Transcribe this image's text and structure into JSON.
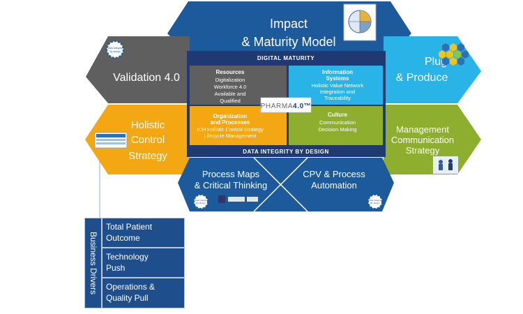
{
  "colors": {
    "dark_blue": "#1d5a9c",
    "light_blue": "#29b3e6",
    "gray": "#5f5f5f",
    "orange": "#f3a712",
    "green": "#8dae2e",
    "navy": "#1f3a73",
    "driver_blue": "#1f4e8c"
  },
  "hexagons": {
    "impact": [
      "Impact",
      "& Maturity Model"
    ],
    "validation": "Validation 4.0",
    "plug": [
      "Plug",
      "& Produce"
    ],
    "holistic": [
      "Holistic",
      "Control",
      "Strategy"
    ],
    "management": [
      "Management",
      "Communication",
      "Strategy"
    ],
    "process_maps": [
      "Process Maps",
      "& Critical Thinking"
    ],
    "cpv": [
      "CPV & Process",
      "Automation"
    ]
  },
  "center": {
    "top_band": "DIGITAL MATURITY",
    "bottom_band": "DATA INTEGRITY BY DESIGN",
    "logo_text": "PHARMA",
    "logo_version": "4.0™",
    "resources": {
      "title": "Resources",
      "items": [
        "Digitalization",
        "Workforce 4.0",
        "Available and",
        "Qualified"
      ]
    },
    "information": {
      "title": [
        "Information",
        "Systems"
      ],
      "items": [
        "Holistic Value Network",
        "Integration and",
        "Traceability"
      ]
    },
    "organization": {
      "title": [
        "Organization",
        "and Processes"
      ],
      "items": [
        "ICH Holistic Control Strategy",
        "Lifecycle Management"
      ]
    },
    "culture": {
      "title": "Culture",
      "items": [
        "Communication",
        "Decision Making"
      ]
    }
  },
  "badge_text": [
    "Data Integrity",
    "By design"
  ],
  "drivers": {
    "side_label": "Business Drivers",
    "items": [
      [
        "Total Patient",
        "Outcome"
      ],
      [
        "Technology",
        "Push"
      ],
      [
        "Operations &",
        "Quality Pull"
      ]
    ]
  }
}
